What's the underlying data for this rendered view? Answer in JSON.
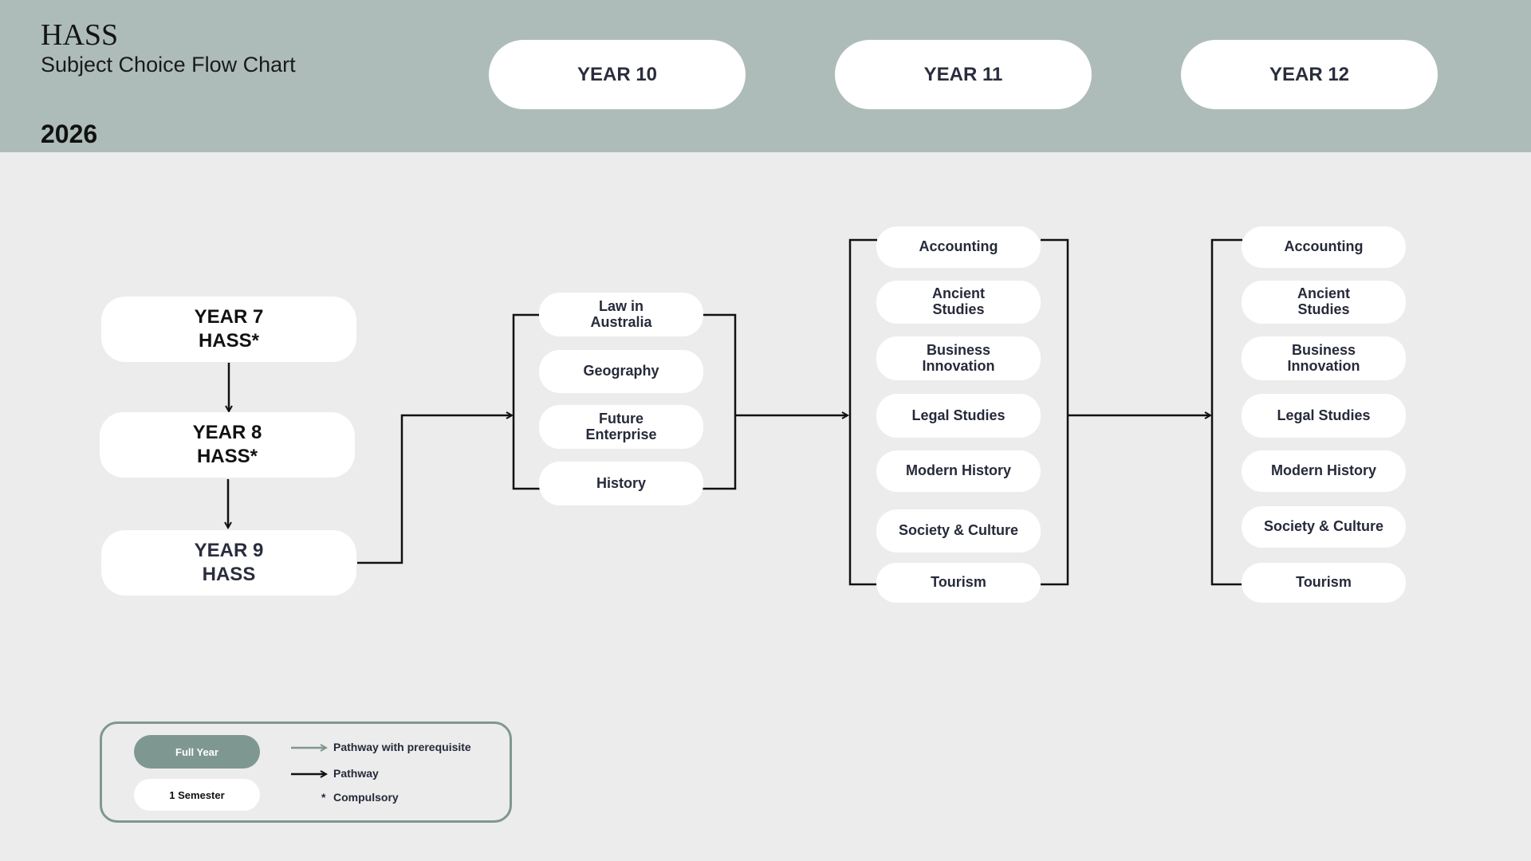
{
  "header": {
    "title": "HASS",
    "subtitle": "Subject Choice Flow Chart",
    "year": "2026",
    "columns": [
      "YEAR 10",
      "YEAR 11",
      "YEAR 12"
    ]
  },
  "junior": [
    "YEAR 7\nHASS*",
    "YEAR 8\nHASS*",
    "YEAR 9\nHASS"
  ],
  "year10": [
    "Law in\nAustralia",
    "Geography",
    "Future\nEnterprise",
    "History"
  ],
  "year11": [
    "Accounting",
    "Ancient\nStudies",
    "Business\nInnovation",
    "Legal Studies",
    "Modern History",
    "Society & Culture",
    "Tourism"
  ],
  "year12": [
    "Accounting",
    "Ancient\nStudies",
    "Business\nInnovation",
    "Legal Studies",
    "Modern History",
    "Society & Culture",
    "Tourism"
  ],
  "legend": {
    "full_year": "Full Year",
    "semester": "1 Semester",
    "prereq": "Pathway with prerequisite",
    "pathway": "Pathway",
    "star": "*",
    "compulsory": "Compulsory"
  },
  "colors": {
    "header_bg": "#adbcb8",
    "page_bg": "#ececec",
    "full_year_fill": "#7f9791",
    "prereq_arrow": "#7f9791"
  }
}
